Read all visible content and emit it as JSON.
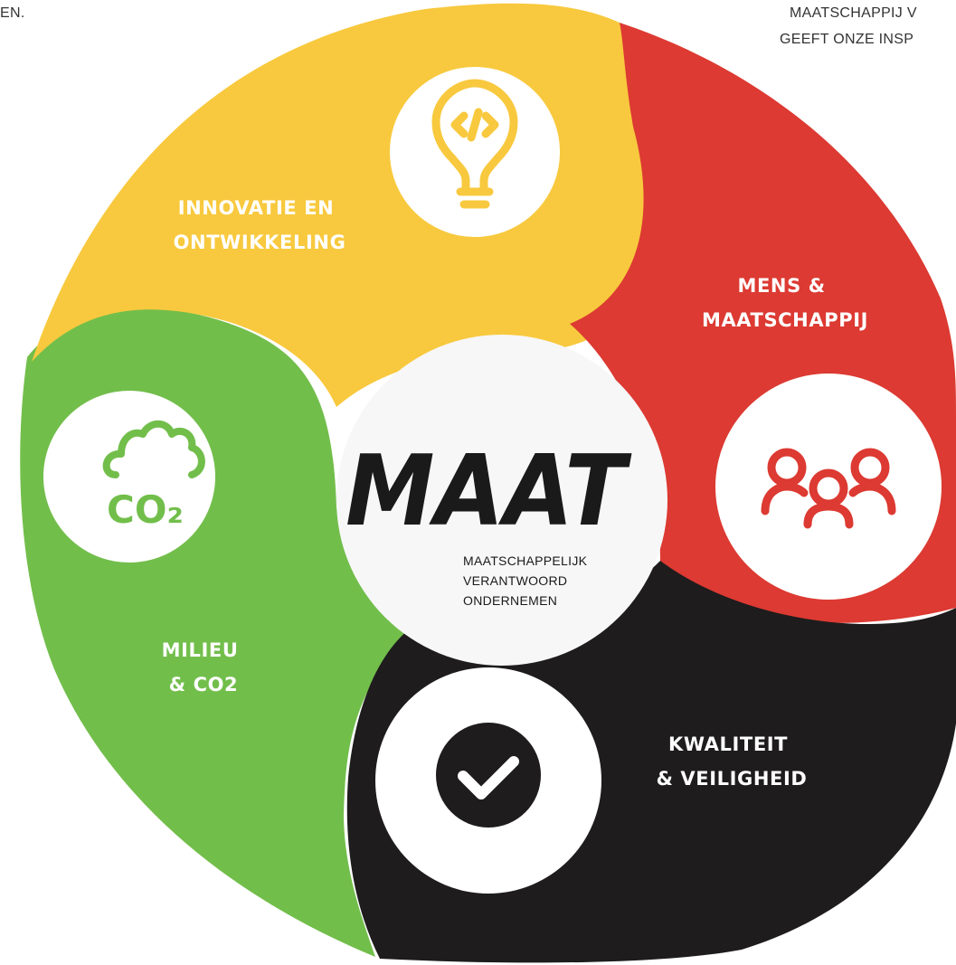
{
  "top_text": {
    "left_fragment": "EN.",
    "right_line1": "MAATSCHAPPIJ V",
    "right_line2": "GEEFT ONZE INSP"
  },
  "center": {
    "logo": "MAAT",
    "subtitle_lines": [
      "MAATSCHAPPELIJK",
      "VERANTWOORD",
      "ONDERNEMEN"
    ]
  },
  "segments": [
    {
      "id": "innovatie",
      "label_lines": [
        "INNOVATIE EN",
        "ONTWIKKELING"
      ],
      "color": "#F8C93E",
      "icon": "lightbulb-code-icon"
    },
    {
      "id": "mens",
      "label_lines": [
        "MENS &",
        "MAATSCHAPPIJ"
      ],
      "color": "#DC3A32",
      "icon": "people-group-icon"
    },
    {
      "id": "kwaliteit",
      "label_lines": [
        "KWALITEIT",
        "& VEILIGHEID"
      ],
      "color": "#1E1C1D",
      "icon": "checkmark-circle-icon"
    },
    {
      "id": "milieu",
      "label_lines": [
        "MILIEU",
        "& CO2"
      ],
      "color": "#72BE4B",
      "icon": "co2-cloud-icon"
    }
  ],
  "co2_icon_text": "CO₂"
}
